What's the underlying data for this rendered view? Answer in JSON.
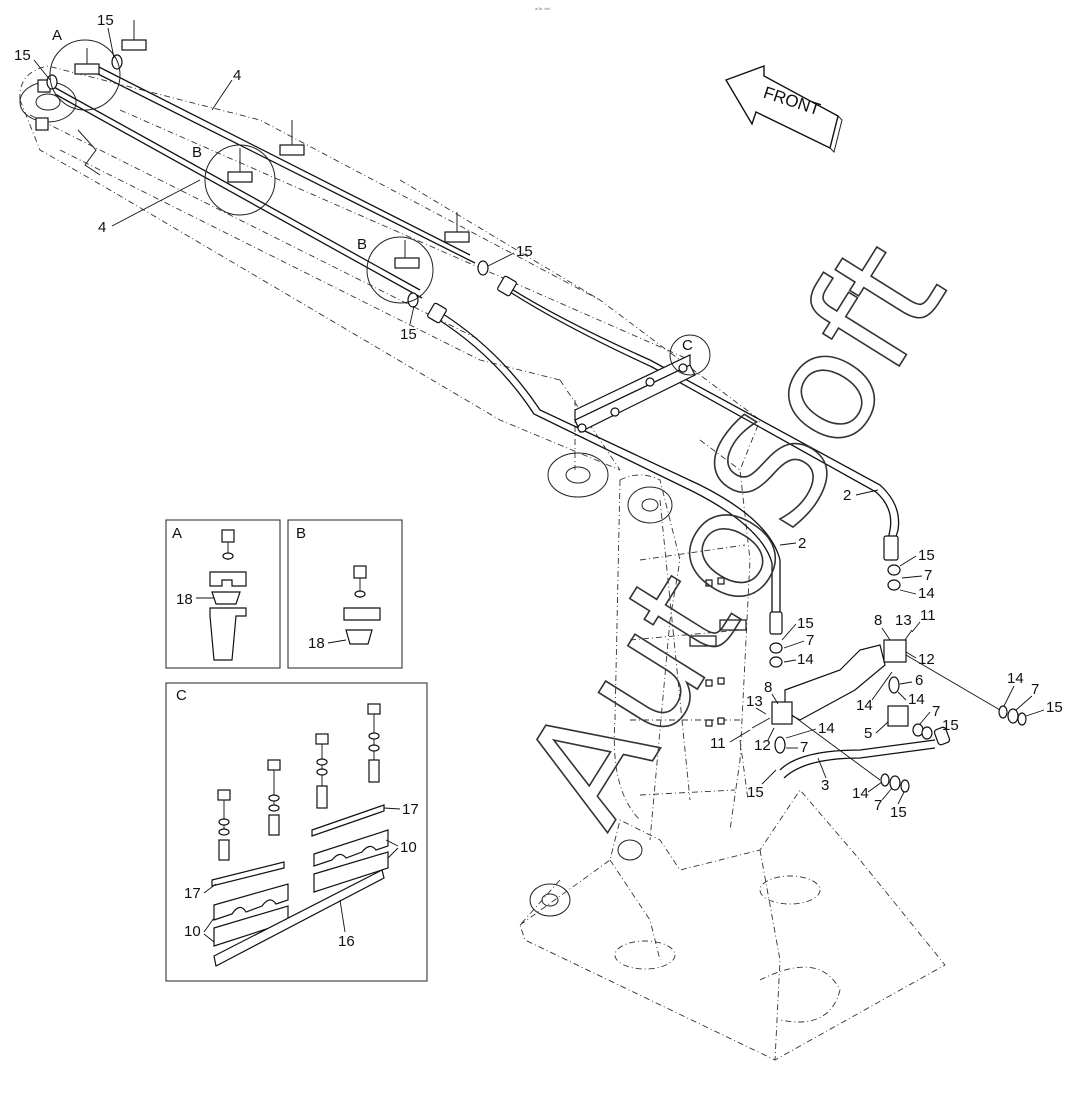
{
  "diagram": {
    "front_arrow_label": "FRONT",
    "watermark": "AutoSoft",
    "header_mark": "ᵃ⁰ᵇ ᵈᵉᶠ",
    "detail_boxes": {
      "A": {
        "title": "A",
        "labels": [
          "18"
        ]
      },
      "B": {
        "title": "B",
        "labels": [
          "18"
        ]
      },
      "C": {
        "title": "C",
        "labels": [
          "17",
          "10",
          "17",
          "10",
          "16"
        ]
      }
    },
    "callouts": {
      "circle_a": "A",
      "circle_b1": "B",
      "circle_b2": "B",
      "circle_c": "C",
      "p15_tl": "15",
      "p15_top": "15",
      "p4_upper": "4",
      "p4_lower": "4",
      "p15_mid_r": "15",
      "p15_mid_l": "15",
      "p2_right": "2",
      "p2_center": "2",
      "p15_r1": "15",
      "p7_r1": "7",
      "p14_r1": "14",
      "p8_r": "8",
      "p13_r": "13",
      "p11_r": "11",
      "p12_r": "12",
      "p6": "6",
      "p14_r2": "14",
      "p14_r3": "14",
      "p7_r2": "7",
      "p15_r2": "15",
      "p5": "5",
      "p14_far": "14",
      "p7_far": "7",
      "p15_far": "15",
      "p15_c1": "15",
      "p7_c1": "7",
      "p14_c1": "14",
      "p8_c": "8",
      "p13_c": "13",
      "p11_c": "11",
      "p12_c": "12",
      "p14_c2": "14",
      "p7_c2": "7",
      "p15_c2": "15",
      "p3": "3",
      "p14_b": "14",
      "p7_b": "7",
      "p15_b": "15"
    }
  }
}
